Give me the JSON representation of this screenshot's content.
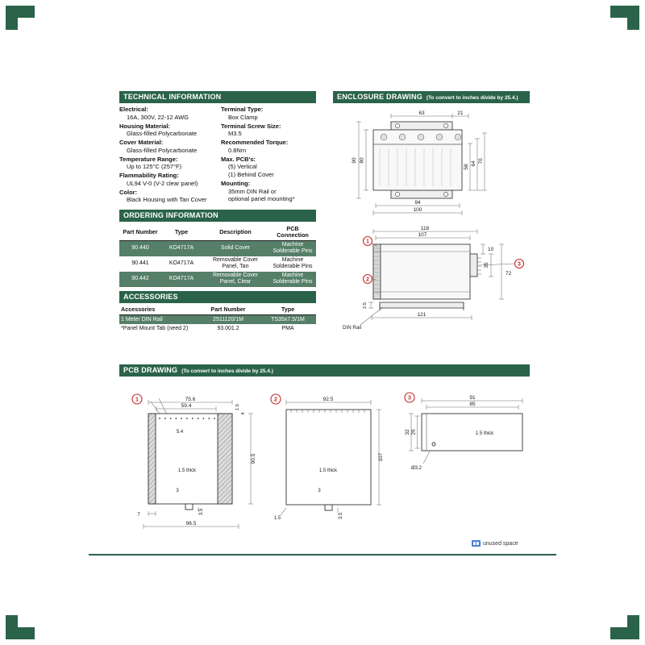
{
  "colors": {
    "header_green": "#2a6349",
    "row_green": "#567f68",
    "callout_red": "#c62828",
    "footer_blue": "#4a7fd4"
  },
  "technical": {
    "title": "TECHNICAL INFORMATION",
    "left": [
      {
        "label": "Electrical:",
        "value": "16A, 300V, 22-12 AWG"
      },
      {
        "label": "Housing Material:",
        "value": "Glass-filled Polycarbonate"
      },
      {
        "label": "Cover Material:",
        "value": "Glass-filled Polycarbonate"
      },
      {
        "label": "Temperature Range:",
        "value": "Up to 125°C (257°F)"
      },
      {
        "label": "Flammability Rating:",
        "value": "UL94 V-0 (V-2 clear panel)"
      },
      {
        "label": "Color:",
        "value": "Black Housing with Tan Cover"
      }
    ],
    "right": [
      {
        "label": "Terminal Type:",
        "value": "Box Clamp"
      },
      {
        "label": "Terminal Screw Size:",
        "value": "M3.5"
      },
      {
        "label": "Recommended Torque:",
        "value": "0.8Nm"
      },
      {
        "label": "Max. PCB's:",
        "value": "(5) Vertical\n(1) Behind Cover"
      },
      {
        "label": "Mounting:",
        "value": "35mm DIN Rail or\noptional panel mounting*"
      }
    ]
  },
  "ordering": {
    "title": "ORDERING INFORMATION",
    "columns": [
      "Part Number",
      "Type",
      "Description",
      "PCB Connection"
    ],
    "rows": [
      {
        "part": "90.440",
        "type": "KO4717A",
        "desc": "Solid Cover",
        "pcb": "Machine\nSolderable Pins"
      },
      {
        "part": "90.441",
        "type": "KO4717A",
        "desc": "Removable Cover\nPanel, Tan",
        "pcb": "Machine\nSolderable Pins"
      },
      {
        "part": "90.442",
        "type": "KO4717A",
        "desc": "Removable Cover\nPanel, Clear",
        "pcb": "Machine\nSolderable Pins"
      }
    ]
  },
  "accessories": {
    "title": "ACCESSORIES",
    "columns": [
      "Accessories",
      "Part Number",
      "Type"
    ],
    "rows": [
      {
        "name": "1 Meter DIN Rail",
        "part": "2511120/1M",
        "type": "TS35x7.5/1M"
      },
      {
        "name": "*Panel Mount Tab (need 2)",
        "part": "93.001.2",
        "type": "PMA"
      }
    ]
  },
  "enclosure": {
    "title": "ENCLOSURE DRAWING",
    "subtitle": "(To convert to inches divide by 25.4.)",
    "dims": {
      "d63": "63",
      "d21": "21",
      "d90": "90",
      "d80": "80",
      "d58": "58",
      "d64": "64",
      "d70": "70",
      "d94": "94",
      "d100": "100",
      "d118": "118",
      "d107": "107",
      "d10": "10",
      "d35": "35",
      "d72": "72",
      "d121": "121",
      "d2_5": "2.5"
    },
    "din_rail": "DIN Rail",
    "callouts": {
      "c1": "1",
      "c2": "2",
      "c3": "3"
    }
  },
  "pcb": {
    "title": "PCB DRAWING",
    "subtitle": "(To convert to inches divide by 25.4.)",
    "p1": {
      "callout": "1",
      "d75_6": "75.6",
      "d59_4": "59.4",
      "d1_5": "1.5",
      "d4": "4",
      "d5_4": "5.4",
      "d90_5": "90.5",
      "thick": "1.5 thick",
      "d3": "3",
      "d3_5": "3.5",
      "d7": "7",
      "d96_5": "96.5"
    },
    "p2": {
      "callout": "2",
      "d92_5": "92.5",
      "d107": "107",
      "thick": "1.5 thick",
      "d3": "3",
      "d3_5": "3.5",
      "d1_5": "1.5"
    },
    "p3": {
      "callout": "3",
      "d91": "91",
      "d85": "85",
      "d32": "32",
      "d26": "26",
      "thick": "1.5 thick",
      "dia": "Ø3.2"
    }
  },
  "footer": {
    "note": "unused space"
  }
}
